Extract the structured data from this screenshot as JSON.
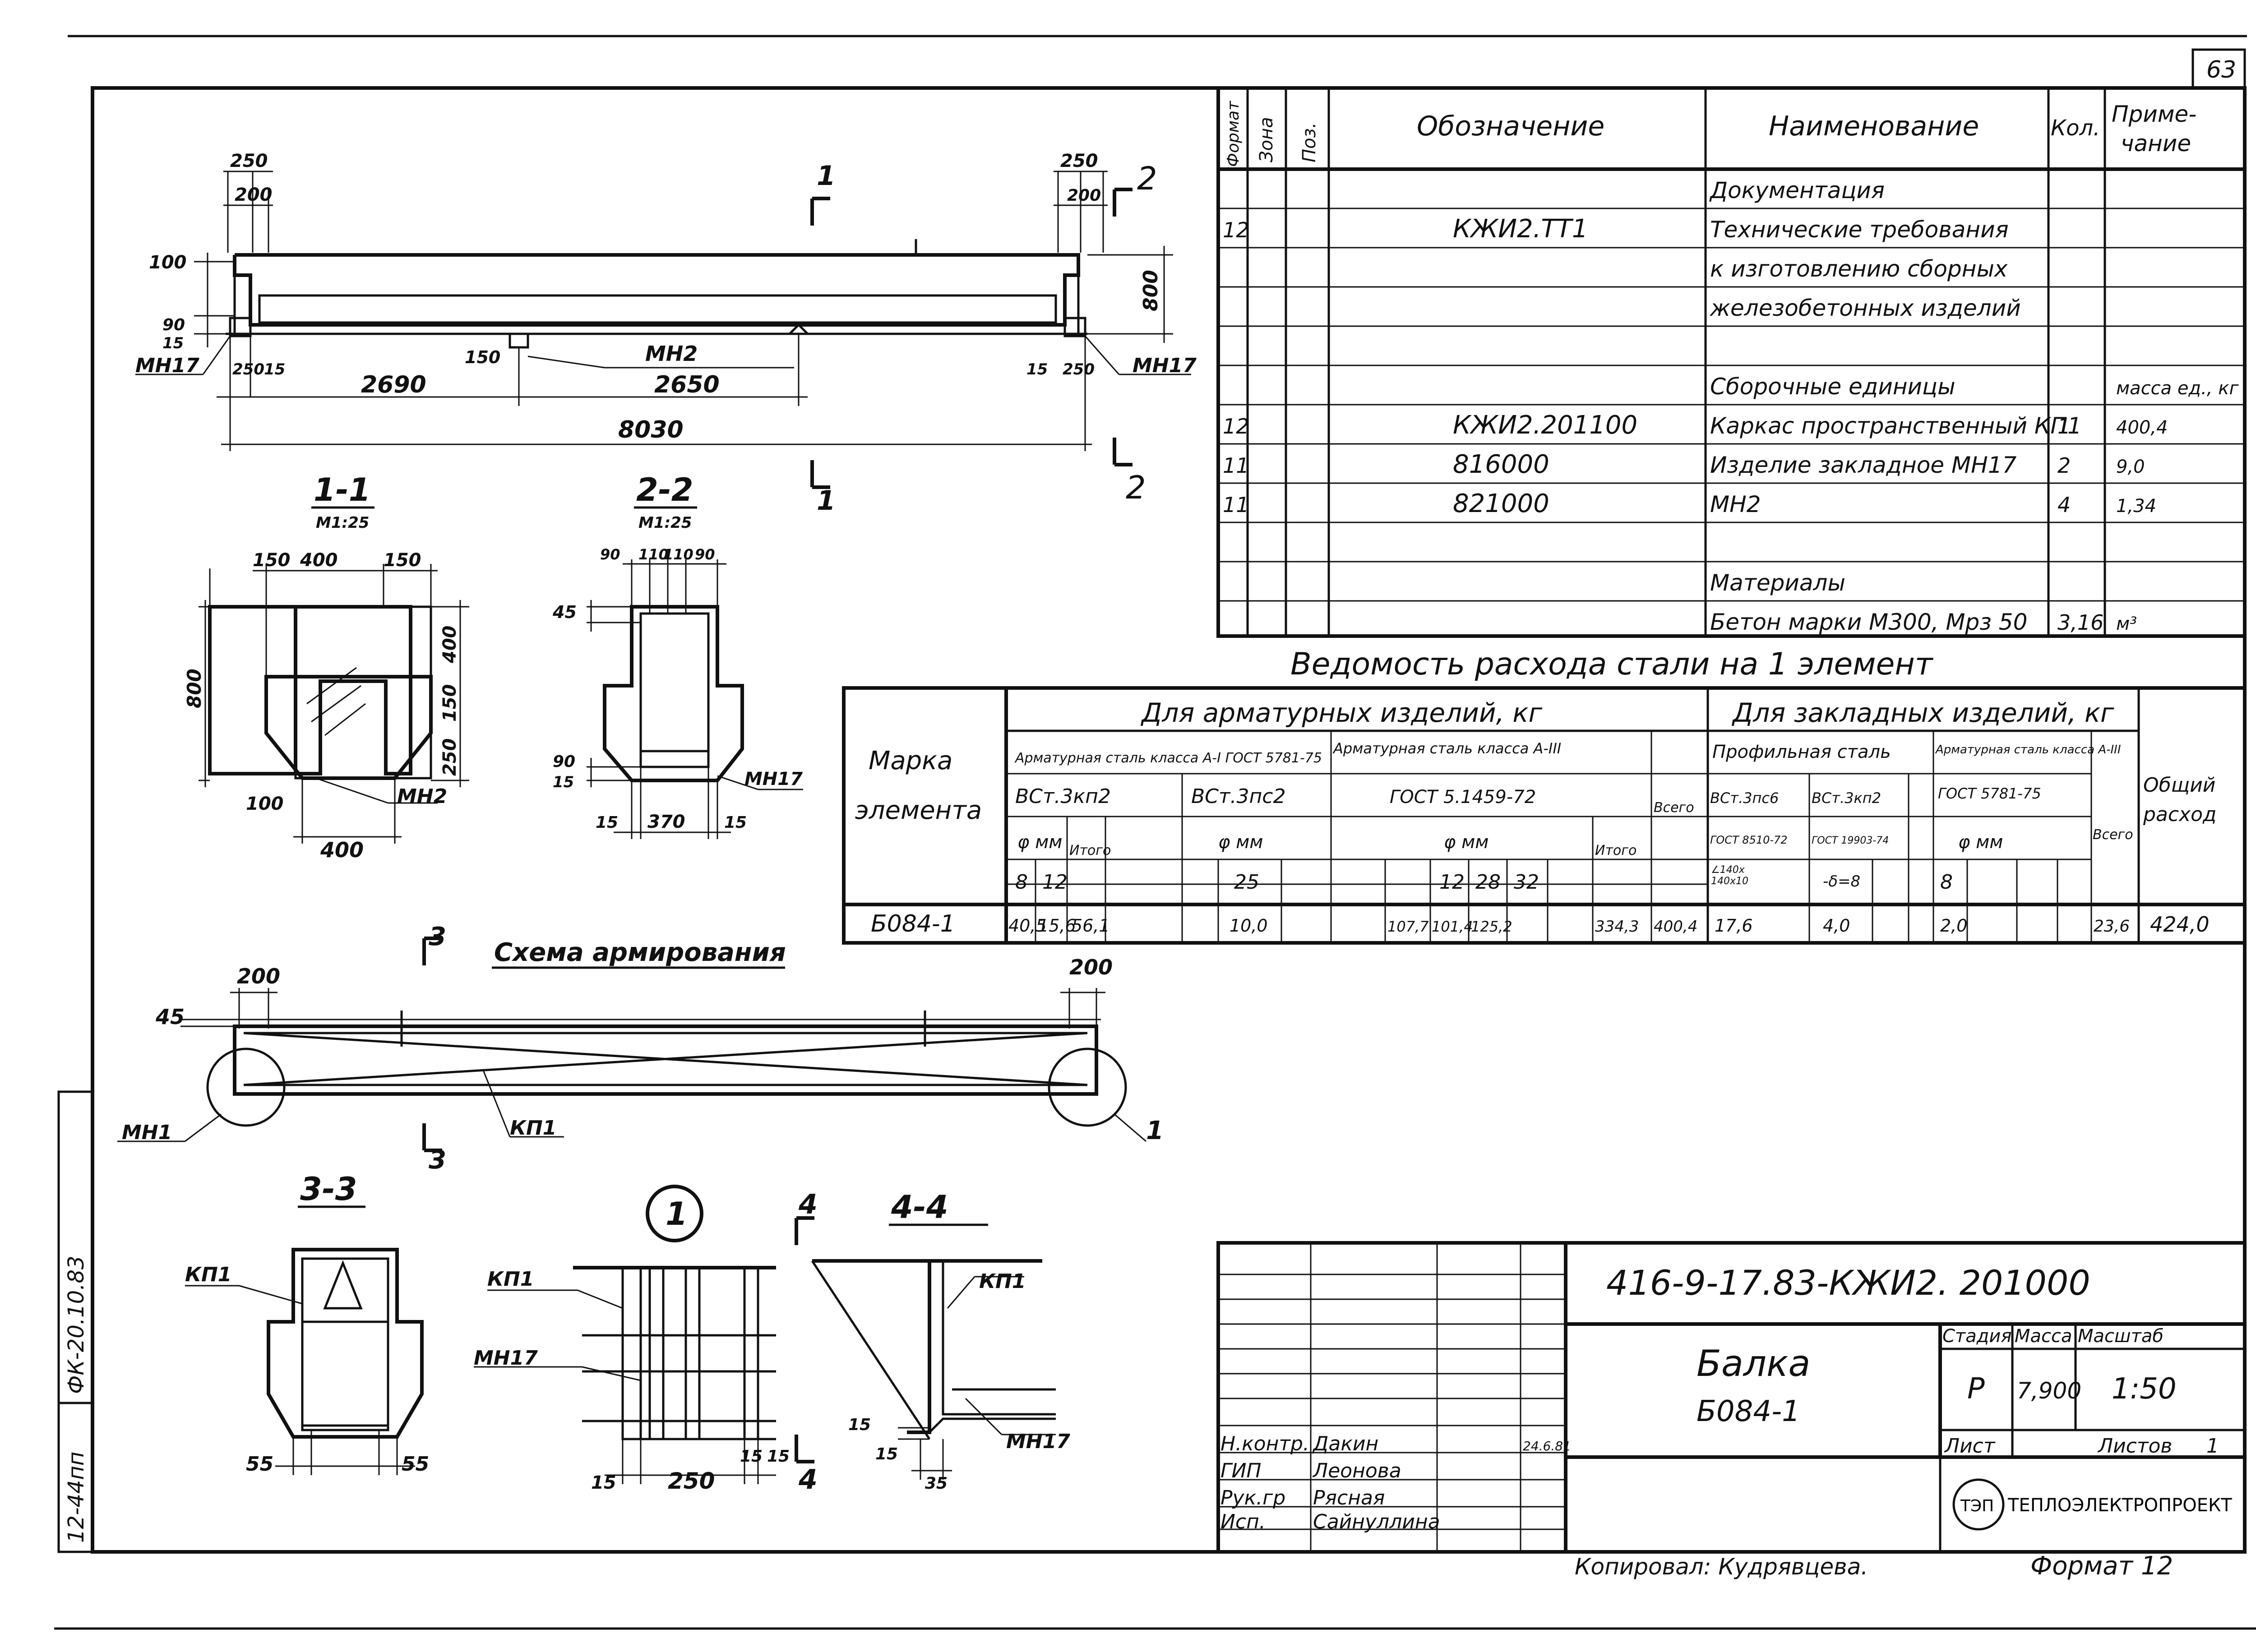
{
  "sheet_number": "63",
  "spec_table": {
    "headers": {
      "format": "Формат",
      "zone": "Зона",
      "pos": "Поз.",
      "designation": "Обозначение",
      "name": "Наименование",
      "qty": "Кол.",
      "note": "Приме-\nчание"
    },
    "rows": [
      {
        "format": "",
        "designation": "",
        "name": "Документация",
        "qty": "",
        "note": ""
      },
      {
        "format": "12",
        "designation": "КЖИ2.ТТ1",
        "name": "Технические требования",
        "qty": "",
        "note": ""
      },
      {
        "format": "",
        "designation": "",
        "name": "к изготовлению сборных",
        "qty": "",
        "note": ""
      },
      {
        "format": "",
        "designation": "",
        "name": "железобетонных изделий",
        "qty": "",
        "note": ""
      },
      {
        "format": "",
        "designation": "",
        "name": "",
        "qty": "",
        "note": ""
      },
      {
        "format": "",
        "designation": "",
        "name": "Сборочные единицы",
        "qty": "",
        "note": "масса\nед., кг"
      },
      {
        "format": "12",
        "designation": "КЖИ2.201100",
        "name": "Каркас пространственный КП1",
        "qty": "1",
        "note": "400,4"
      },
      {
        "format": "11",
        "designation": "816000",
        "name": "Изделие закладное МН17",
        "qty": "2",
        "note": "9,0"
      },
      {
        "format": "11",
        "designation": "821000",
        "name": "МН2",
        "qty": "4",
        "note": "1,34"
      },
      {
        "format": "",
        "designation": "",
        "name": "",
        "qty": "",
        "note": ""
      },
      {
        "format": "",
        "designation": "",
        "name": "Материалы",
        "qty": "",
        "note": ""
      },
      {
        "format": "",
        "designation": "",
        "name": "Бетон марки М300, Мрз 50",
        "qty": "3,16",
        "note": "м³"
      }
    ]
  },
  "steel_table": {
    "title": "Ведомость расхода стали на 1 элемент",
    "h_mark": "Марка\nэлемента",
    "h_rebar": "Для арматурных изделий, кг",
    "h_embed": "Для закладных изделий, кг",
    "h_total": "Общий\nрасход",
    "h_a1": "Арматурная сталь класса A-I ГОСТ 5781-75",
    "h_a3": "Арматурная сталь класса А-III",
    "h_gost5": "ГОСТ 5.1459-72",
    "h_vst3kp2": "ВСт.3кп2",
    "h_vst3ps2": "ВСт.3пс2",
    "h_phi": "φ мм",
    "h_itogo": "Итого",
    "h_vsego": "Всего",
    "h_profile": "Профильная сталь",
    "h_a3_2": "Арматурная сталь класса А-III",
    "h_vst3ps6": "ВСт.3пс6",
    "h_vst3kp2b": "ВСт.3кп2",
    "h_gost5781": "ГОСТ 5781-75",
    "h_gost8510": "ГОСТ 8510-72",
    "h_gost19903": "ГОСТ 19903-74",
    "h_angle": "∠140х\n140х10",
    "h_delta": "-δ=8",
    "diams_a1": [
      "8",
      "12"
    ],
    "diam_ps2": "25",
    "diams_a3": [
      "12",
      "28",
      "32"
    ],
    "diam_emb": "8",
    "row": {
      "mark": "Б084-1",
      "v8": "40,5",
      "v12": "15,6",
      "itogo1": "56,1",
      "v25": "10,0",
      "v12b": "107,7",
      "v28": "101,4",
      "v32": "125,2",
      "itogo2": "334,3",
      "vsego1": "400,4",
      "angle": "17,6",
      "delta": "4,0",
      "v8b": "2,0",
      "vsego2": "23,6",
      "total": "424,0"
    }
  },
  "drawing": {
    "elev_dims_top_left": [
      "250",
      "200"
    ],
    "elev_dims_top_right": [
      "250",
      "200"
    ],
    "elev_dims_left": [
      "100",
      "90",
      "15"
    ],
    "elev_height": "800",
    "elev_bottom": [
      "250",
      "15",
      "150",
      "15",
      "250"
    ],
    "elev_spans": [
      "2690",
      "2650"
    ],
    "elev_total": "8030",
    "labels_mh": [
      "МН2",
      "МН17",
      "МН17"
    ],
    "cut_1": "1",
    "cut_2": "2",
    "sec11_title": "1-1",
    "sec11_scale": "М1:25",
    "sec11_dims": [
      "150",
      "400",
      "150",
      "800",
      "400",
      "150",
      "250",
      "100",
      "400"
    ],
    "sec11_label": "МН2",
    "sec22_title": "2-2",
    "sec22_scale": "М1:25",
    "sec22_dims": [
      "90",
      "110",
      "110",
      "90",
      "45",
      "90",
      "15",
      "15",
      "370",
      "15"
    ],
    "sec22_label": "МН17",
    "scheme_title": "Схема армирования",
    "scheme_dims": [
      "200",
      "200",
      "45"
    ],
    "scheme_labels": [
      "МН1",
      "КП1",
      "1"
    ],
    "cut_3": "3",
    "sec33_title": "3-3",
    "sec33_labels": [
      "КП1",
      "55",
      "55"
    ],
    "node1_title": "1",
    "node1_labels": [
      "КП1",
      "МН17",
      "15",
      "250",
      "15",
      "15"
    ],
    "sec44_title": "4-4",
    "sec44_labels": [
      "КП1",
      "МН17",
      "15",
      "15",
      "35"
    ],
    "cut_4": "4"
  },
  "title_block": {
    "code": "416-9-17.83-КЖИ2. 201000",
    "name": "Балка",
    "mark": "Б084-1",
    "stage_h": "Стадия",
    "mass_h": "Масса",
    "scale_h": "Масштаб",
    "stage": "Р",
    "mass": "7,900",
    "scale": "1:50",
    "sheet_h": "Лист",
    "sheets_h": "Листов",
    "sheets": "1",
    "org": "ТЕПЛОЭЛЕКТРОПРОЕКТ",
    "org_logo": "ТЭП",
    "signers": [
      {
        "role": "Н.контр.",
        "name": "Дакин",
        "date": "24.6.81"
      },
      {
        "role": "ГИП",
        "name": "Леонова",
        "date": ""
      },
      {
        "role": "Рук.гр",
        "name": "Рясная",
        "date": ""
      },
      {
        "role": "Исп.",
        "name": "Сайнуллина",
        "date": ""
      }
    ],
    "copied": "Копировал: Кудрявцева.",
    "format": "Формат 12"
  },
  "side_stamp": {
    "code": "12-44пп",
    "inv": "ФК-20.10.83"
  }
}
